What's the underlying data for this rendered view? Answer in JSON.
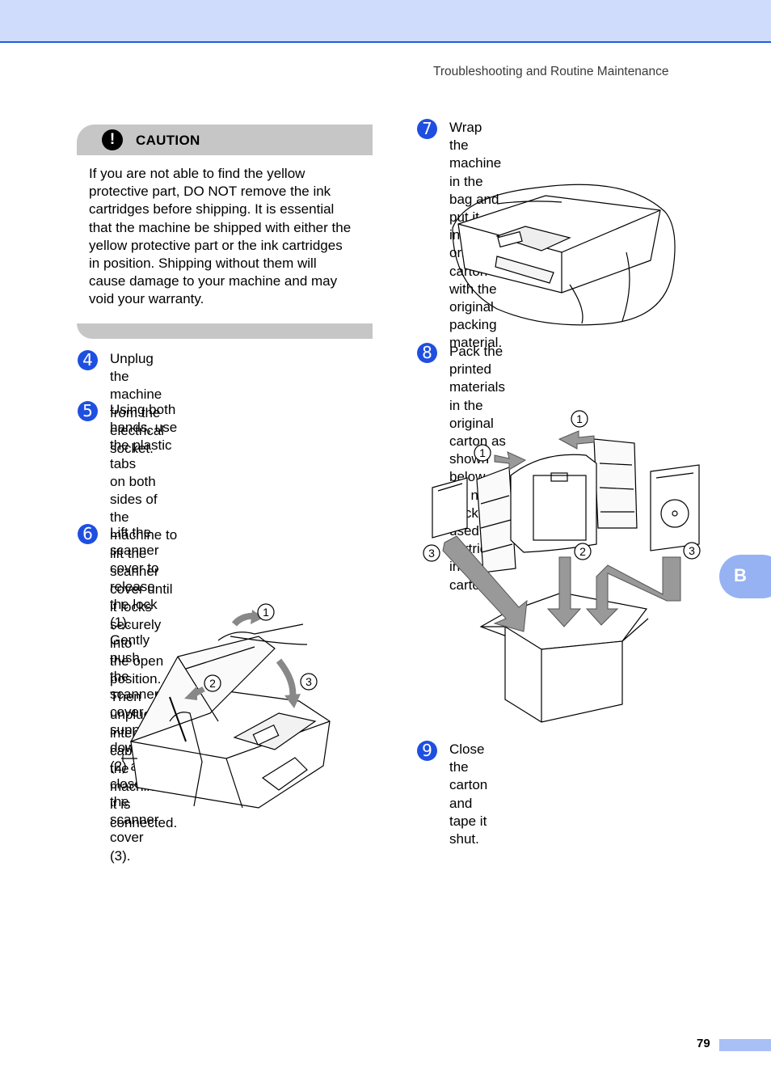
{
  "header": {
    "running_head": "Troubleshooting and Routine Maintenance"
  },
  "caution": {
    "icon": "exclamation-icon",
    "icon_glyph": "!",
    "title": "CAUTION",
    "lines": [
      "If you are not able to find the yellow",
      "protective part, DO NOT remove the ink",
      "cartridges before shipping. It is essential",
      "that the machine be shipped with either the",
      "yellow protective part or the ink cartridges",
      "in position. Shipping without them will",
      "cause damage to your machine and may",
      "void your warranty."
    ]
  },
  "steps": [
    {
      "number": "4",
      "lines": [
        "Unplug the machine from the electrical",
        "socket."
      ]
    },
    {
      "number": "5",
      "lines": [
        "Using both hands, use the plastic tabs",
        "on both sides of the machine to lift the",
        "scanner cover until it locks securely into",
        "the open position. Then unplug the",
        "interface cable from the machine, if it is",
        "connected."
      ]
    },
    {
      "number": "6",
      "lines": [
        "Lift the scanner cover to release the lock",
        "(1). Gently push the scanner cover",
        "support down (2) and close the scanner",
        "cover (3)."
      ]
    },
    {
      "number": "7",
      "lines": [
        "Wrap the machine in the bag and put it",
        "in the original carton with the original",
        "packing material."
      ]
    },
    {
      "number": "8",
      "lines": [
        "Pack the printed materials in the original",
        "carton as shown below. Do not pack the",
        "used ink cartridges in the carton."
      ]
    },
    {
      "number": "9",
      "lines": [
        "Close the carton and tape it shut."
      ]
    }
  ],
  "figures": {
    "scanner_callouts": [
      "1",
      "2",
      "3"
    ],
    "carton_callouts": [
      "1",
      "1",
      "3",
      "2",
      "3"
    ]
  },
  "side_tab": {
    "label": "B"
  },
  "footer": {
    "page_number": "79"
  },
  "colors": {
    "header_band": "#cfdcfb",
    "header_rule": "#1f5fe0",
    "step_badge": "#1f4fe0",
    "caution_gray": "#c6c6c6",
    "side_tab": "#97b2f2"
  }
}
